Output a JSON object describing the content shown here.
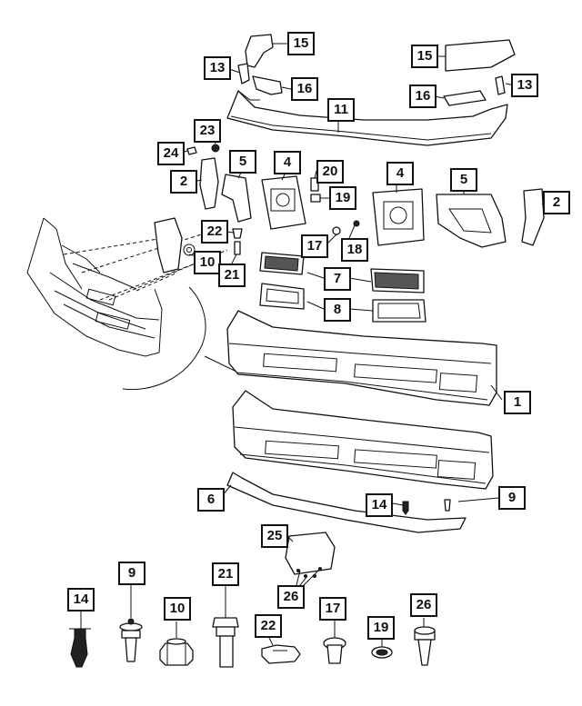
{
  "callouts": {
    "c15a": "15",
    "c15b": "15",
    "c13a": "13",
    "c13b": "13",
    "c16a": "16",
    "c16b": "16",
    "c11": "11",
    "c23": "23",
    "c24": "24",
    "c2a": "2",
    "c2b": "2",
    "c5a": "5",
    "c5b": "5",
    "c4a": "4",
    "c4b": "4",
    "c20": "20",
    "c19": "19",
    "c22": "22",
    "c17": "17",
    "c18": "18",
    "c10": "10",
    "c21": "21",
    "c7": "7",
    "c8": "8",
    "c1": "1",
    "c6": "6",
    "c14": "14",
    "c9": "9",
    "c25": "25",
    "c26": "26"
  },
  "legend": {
    "l14": "14",
    "l9": "9",
    "l10": "10",
    "l21": "21",
    "l22": "22",
    "l26": "26",
    "l17": "17",
    "l19": "19",
    "l26b": "26"
  }
}
